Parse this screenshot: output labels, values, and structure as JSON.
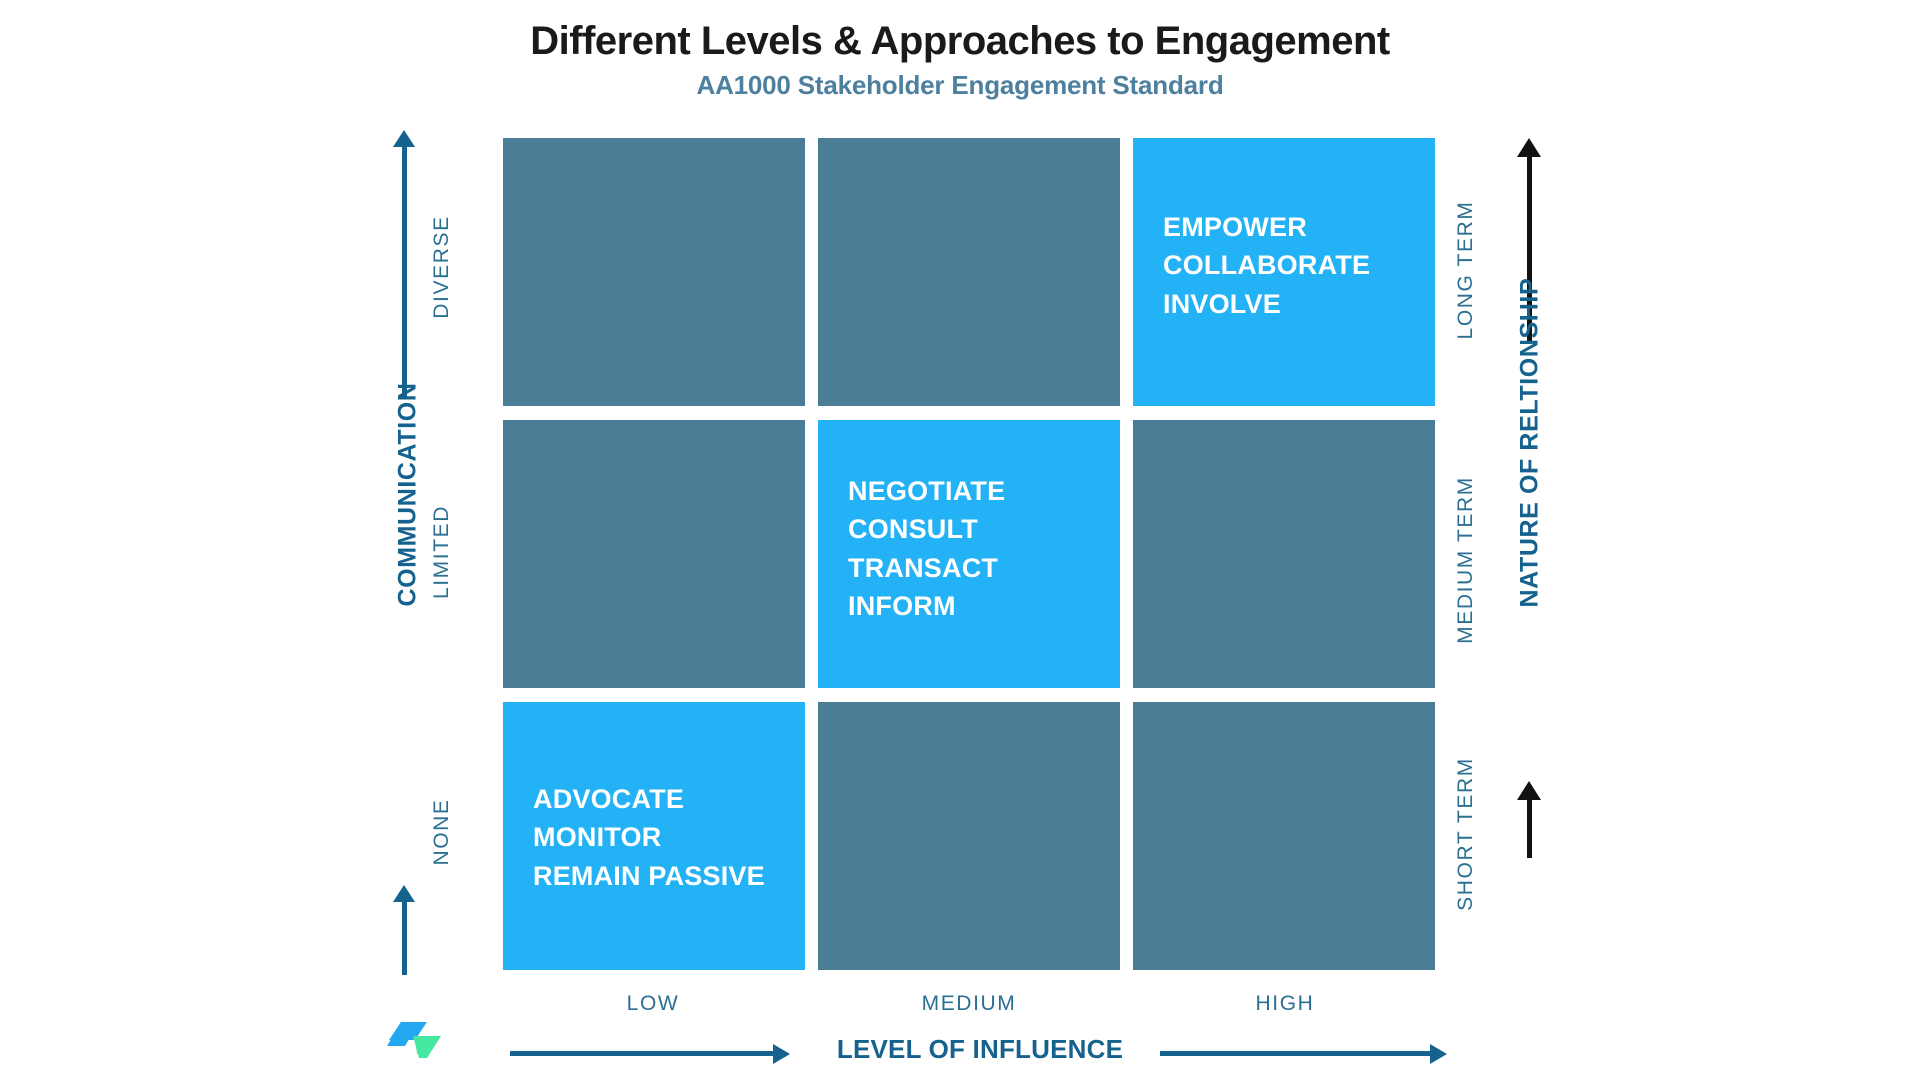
{
  "header": {
    "title": "Different Levels & Approaches to Engagement",
    "subtitle": "AA1000 Stakeholder Engagement Standard"
  },
  "colors": {
    "highlight": "#22b2f5",
    "dim": "#4b7e96",
    "axis_blue": "#15628f",
    "tier_blue": "#2b6f92",
    "subtitle_blue": "#4d7f9e",
    "title_black": "#1a1a1a",
    "right_arrow_black": "#111111",
    "logo_blue": "#22a7f0",
    "logo_green": "#45e8a0"
  },
  "axes": {
    "left": {
      "label": "COMMUNICATION",
      "tiers": [
        "DIVERSE",
        "LIMITED",
        "NONE"
      ]
    },
    "right": {
      "label": "NATURE OF RELTIONSHIP",
      "tiers": [
        "LONG TERM",
        "MEDIUM TERM",
        "SHORT TERM"
      ]
    },
    "bottom": {
      "label": "LEVEL OF INFLUENCE",
      "columns": [
        "LOW",
        "MEDIUM",
        "HIGH"
      ]
    }
  },
  "chart_data": {
    "type": "heatmap",
    "title": "Different Levels & Approaches to Engagement",
    "subtitle": "AA1000 Stakeholder Engagement Standard",
    "xlabel": "LEVEL OF INFLUENCE",
    "ylabel": "COMMUNICATION",
    "y2label": "NATURE OF RELTIONSHIP",
    "categories": [
      "LOW",
      "MEDIUM",
      "HIGH"
    ],
    "rows": [
      "DIVERSE",
      "LIMITED",
      "NONE"
    ],
    "rows_right": [
      "LONG TERM",
      "MEDIUM TERM",
      "SHORT TERM"
    ],
    "grid": false,
    "legend": "none",
    "cells": [
      {
        "row": "DIVERSE",
        "col": "LOW",
        "highlighted": false,
        "lines": []
      },
      {
        "row": "DIVERSE",
        "col": "MEDIUM",
        "highlighted": false,
        "lines": []
      },
      {
        "row": "DIVERSE",
        "col": "HIGH",
        "highlighted": true,
        "lines": [
          "EMPOWER",
          "COLLABORATE",
          "INVOLVE"
        ]
      },
      {
        "row": "LIMITED",
        "col": "LOW",
        "highlighted": false,
        "lines": []
      },
      {
        "row": "LIMITED",
        "col": "MEDIUM",
        "highlighted": true,
        "lines": [
          "NEGOTIATE",
          "CONSULT",
          "TRANSACT",
          "INFORM"
        ]
      },
      {
        "row": "LIMITED",
        "col": "HIGH",
        "highlighted": false,
        "lines": []
      },
      {
        "row": "NONE",
        "col": "LOW",
        "highlighted": true,
        "lines": [
          "ADVOCATE",
          "MONITOR",
          "REMAIN PASSIVE"
        ]
      },
      {
        "row": "NONE",
        "col": "MEDIUM",
        "highlighted": false,
        "lines": []
      },
      {
        "row": "NONE",
        "col": "HIGH",
        "highlighted": false,
        "lines": []
      }
    ]
  },
  "logo": {
    "name": "brand-logo"
  }
}
